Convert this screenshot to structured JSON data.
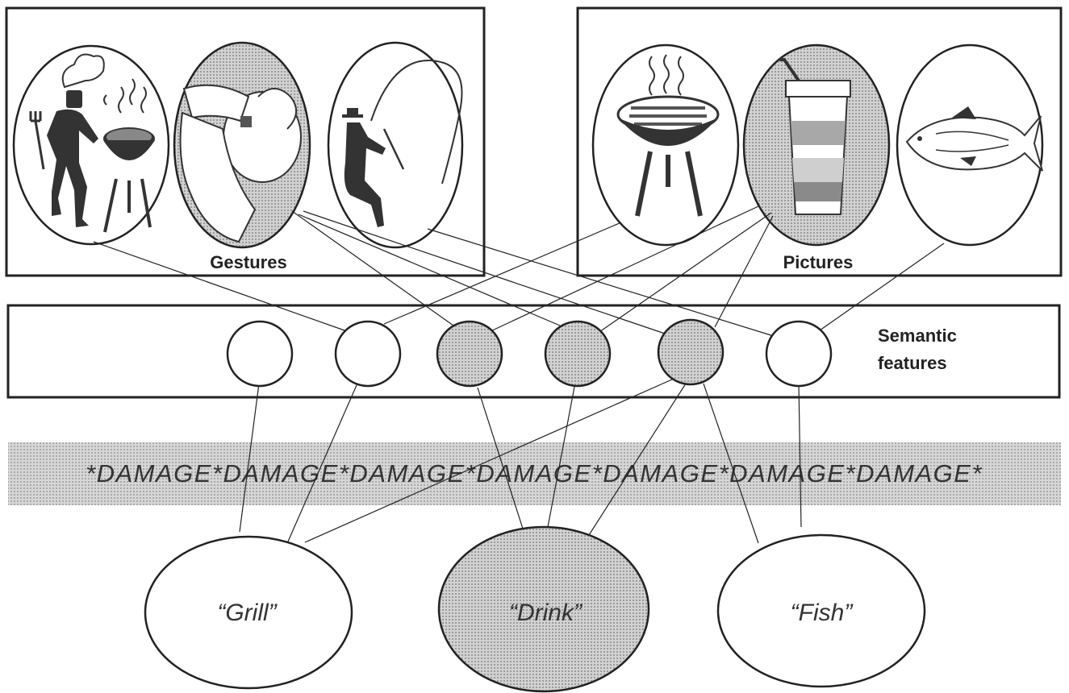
{
  "gestures_label": "Gestures",
  "pictures_label": "Pictures",
  "semantic_label_line1": "Semantic",
  "semantic_label_line2": "features",
  "damage_text": "*DAMAGE*DAMAGE*DAMAGE*DAMAGE*DAMAGE*DAMAGE*DAMAGE*",
  "words": {
    "grill": "“Grill”",
    "drink": "“Drink”",
    "fish": "“Fish”"
  },
  "gesture_items": [
    "chef-grilling-gesture-icon",
    "drinking-gesture-icon",
    "fishing-gesture-icon"
  ],
  "picture_items": [
    "grill-picture-icon",
    "drink-cup-picture-icon",
    "fish-picture-icon"
  ],
  "semantic_feature_count": 6,
  "colors": {
    "ink": "#222222",
    "shaded": "#bdbdbd",
    "damage_band": "#c9c9c9"
  }
}
